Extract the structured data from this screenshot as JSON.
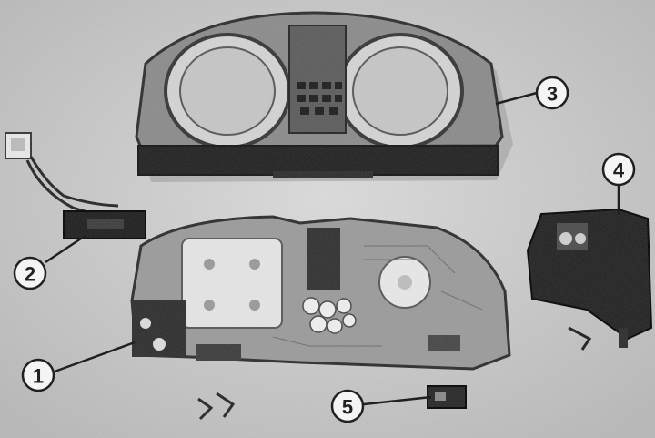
{
  "callouts": [
    {
      "id": "1",
      "label": "1"
    },
    {
      "id": "2",
      "label": "2"
    },
    {
      "id": "3",
      "label": "3"
    },
    {
      "id": "4",
      "label": "4"
    },
    {
      "id": "5",
      "label": "5"
    }
  ],
  "colors": {
    "background": "#cfcfcf",
    "dark_metal": "#1e1e1e",
    "mid_grey": "#7a7a7a",
    "light_grey": "#e6e6e6",
    "circuit_board": "#9a9a9a"
  }
}
